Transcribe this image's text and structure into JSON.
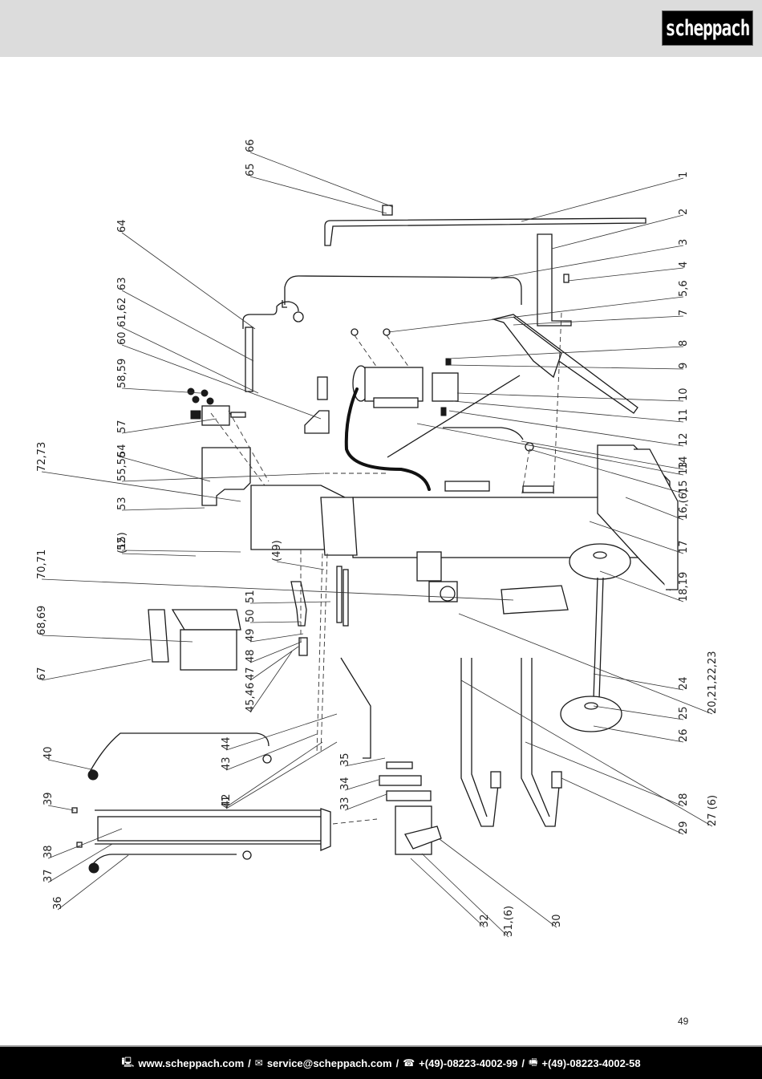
{
  "header": {
    "brand": "scheppach"
  },
  "diagram": {
    "title": "Exploded parts diagram",
    "labels_right": [
      "1",
      "2",
      "3",
      "4",
      "5,6",
      "7",
      "8",
      "9",
      "10",
      "11",
      "12",
      "13",
      "14",
      "15",
      "16,(6)",
      "17",
      "18,19",
      "20,21,22,23",
      "24",
      "25",
      "26",
      "27 (6)",
      "28",
      "29"
    ],
    "labels_left_top": [
      "65",
      "66",
      "64",
      "63",
      "61,62",
      "60",
      "58,59",
      "57",
      "55,56",
      "54",
      "72,73",
      "53",
      "52",
      "(15)",
      "70,71",
      "(49)",
      "51",
      "50",
      "49",
      "48",
      "47",
      "45,46",
      "68,69",
      "67"
    ],
    "labels_left_bottom": [
      "44",
      "43",
      "42",
      "41",
      "40",
      "39",
      "38",
      "37",
      "36",
      "35",
      "34",
      "33",
      "32",
      "31,(6)",
      "30"
    ]
  },
  "page_number": "49",
  "footer": {
    "website_icon": "computer-icon",
    "website": "www.scheppach.com",
    "email_icon": "mail-icon",
    "email": "service@scheppach.com",
    "phone_icon": "phone-icon",
    "phone": "+(49)-08223-4002-99",
    "fax_icon": "fax-icon",
    "fax": "+(49)-08223-4002-58",
    "separator": "/"
  }
}
